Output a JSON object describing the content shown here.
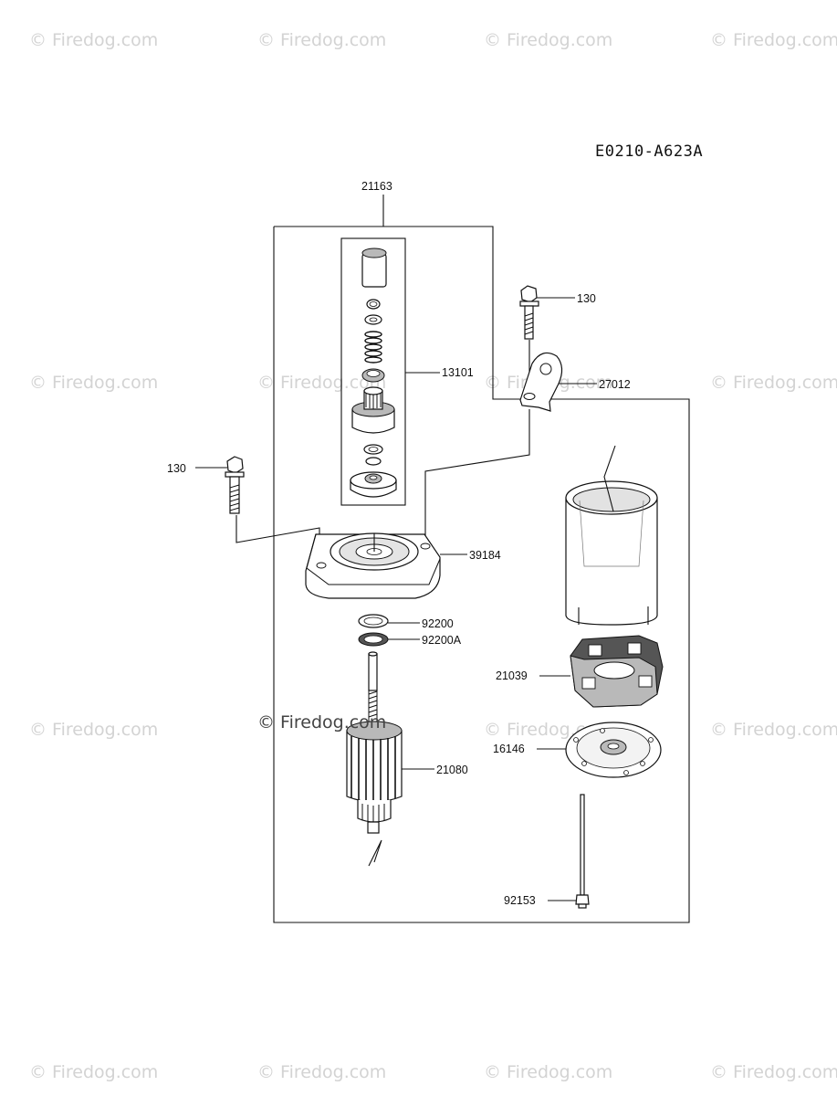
{
  "diagram_code": "E0210-A623A",
  "watermark": "© Firedog.com",
  "watermark_inline": "© Firedog.com",
  "callouts": {
    "c21163": "21163",
    "c130_top": "130",
    "c13101": "13101",
    "c27012": "27012",
    "c130_left": "130",
    "c39184": "39184",
    "c92200": "92200",
    "c92200A": "92200A",
    "c21039": "21039",
    "c16146": "16146",
    "c21080": "21080",
    "c92153": "92153"
  }
}
